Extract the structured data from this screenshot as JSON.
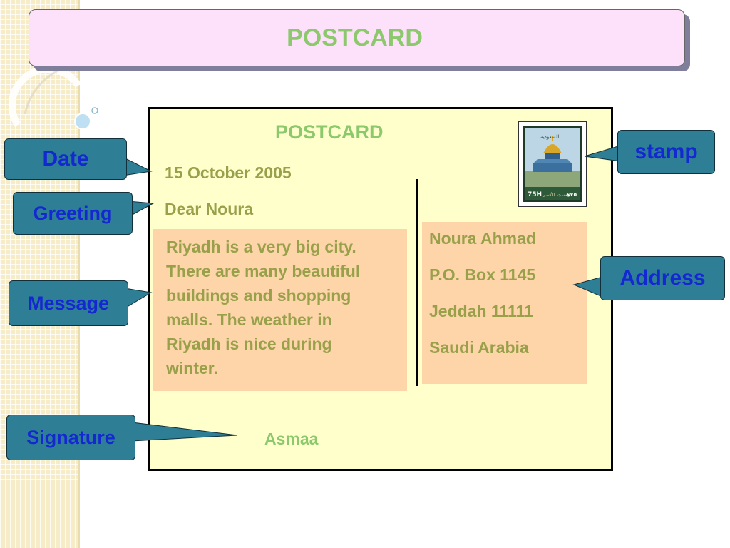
{
  "title": "POSTCARD",
  "postcard": {
    "title": "POSTCARD",
    "date": "15 October 2005",
    "greeting": "Dear Noura",
    "message_lines": [
      "Riyadh is a very big city.",
      "There are many beautiful",
      "buildings and shopping",
      "malls.  The weather in",
      "Riyadh is nice during",
      "winter."
    ],
    "address_lines": [
      "Noura Ahmad",
      "P.O. Box 1145",
      "Jeddah 11111",
      "Saudi Arabia"
    ],
    "signature": "Asmaa",
    "stamp": {
      "value_latin": "75H",
      "value_arabic": "٧٥ﻫ",
      "inscription": "المسجد الأقصى",
      "top_mark": "ﺍﻟﺴﻌﻮﺩﻳﺔ"
    }
  },
  "labels": {
    "date": "Date",
    "greeting": "Greeting",
    "message": "Message",
    "signature": "Signature",
    "stamp": "stamp",
    "address": "Address"
  },
  "colors": {
    "title_text": "#8cc86c",
    "body_text": "#99a04a",
    "label_fill": "#2e7f96",
    "label_text": "#1428d2",
    "card_bg": "#ffffcc",
    "highlight_bg": "#fdd5a9",
    "banner_bg": "#fde0fa"
  }
}
